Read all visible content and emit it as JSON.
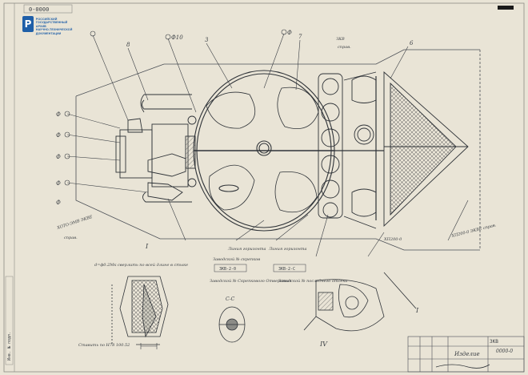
{
  "archive": {
    "logo_letter": "Р",
    "logo_lines": [
      "РОССИЙСКИЙ",
      "ГОСУДАРСТВЕННЫЙ АРХИВ",
      "НАУЧНО-ТЕХНИЧЕСКОЙ",
      "ДОКУМЕНТАЦИИ"
    ],
    "brand_color": "#1f5fa8"
  },
  "sheet": {
    "top_stamp": "0-0000",
    "title_block_item": "Изделие",
    "title_block_code": "0000-0",
    "title_block_note": "3КВ",
    "side_stamp": "Инв. № подл."
  },
  "callouts": {
    "top": [
      "8",
      "Ф10",
      "3",
      "Ф",
      "7",
      "6"
    ],
    "left": [
      "Ф",
      "Ф",
      "Ф",
      "Ф",
      "Ф"
    ],
    "center_notes": [
      "Линия горизонта",
      "Линия горизонта"
    ],
    "right_tags": [
      "ЗКВ",
      "I",
      "ХП200-0"
    ],
    "section_marks": [
      "I",
      "IV",
      "I"
    ]
  },
  "annotations": {
    "left_top": "ХОТО-ЭМВ ЭКВЕ",
    "left_top_sub": "справ.",
    "mid_left": "Заводской № скрепков",
    "mid_label_1": "ЗКВ-2-0",
    "mid_label_2": "ЗКВ-2-С",
    "plant_1": "Заводской № Скрепкового Отверстия",
    "plant_2": "Заводской № последнего отсека",
    "note_hole": "d=ф0.2Мк сверлить по всей длине в стыке",
    "note_place": "Ставить по Н78 100.52",
    "right_note": "ХП200-0 ЭКВЕ справ.",
    "section_ref": "С-С"
  },
  "icons": [
    "archive-logo-icon",
    "scale-marker-icon"
  ]
}
